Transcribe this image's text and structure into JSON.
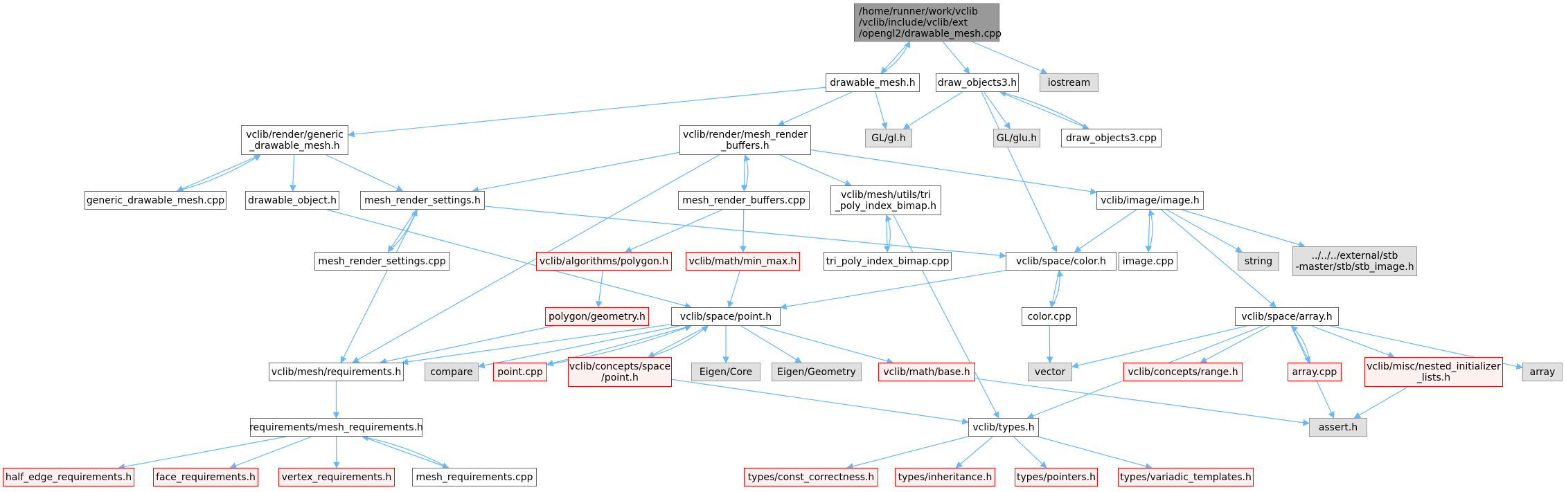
{
  "graph": {
    "edge_color": "#63b8ff",
    "nodes": [
      {
        "id": "root",
        "label": "/home/runner/work/vclib\n/vclib/include/vclib/ext\n/opengl2/drawable_mesh.cpp",
        "kind": "root"
      },
      {
        "id": "drawable_mesh_h",
        "label": "drawable_mesh.h",
        "kind": "file"
      },
      {
        "id": "draw_objects3_h",
        "label": "draw_objects3.h",
        "kind": "file"
      },
      {
        "id": "iostream",
        "label": "iostream",
        "kind": "ext"
      },
      {
        "id": "generic_drawable_mesh_h",
        "label": "vclib/render/generic\n_drawable_mesh.h",
        "kind": "file"
      },
      {
        "id": "mesh_render_buffers_h",
        "label": "vclib/render/mesh_render\n_buffers.h",
        "kind": "file"
      },
      {
        "id": "gl_h",
        "label": "GL/gl.h",
        "kind": "ext"
      },
      {
        "id": "glu_h",
        "label": "GL/glu.h",
        "kind": "ext"
      },
      {
        "id": "draw_objects3_cpp",
        "label": "draw_objects3.cpp",
        "kind": "file"
      },
      {
        "id": "generic_drawable_mesh_cpp",
        "label": "generic_drawable_mesh.cpp",
        "kind": "file"
      },
      {
        "id": "drawable_object_h",
        "label": "drawable_object.h",
        "kind": "file"
      },
      {
        "id": "mesh_render_settings_h",
        "label": "mesh_render_settings.h",
        "kind": "file"
      },
      {
        "id": "mesh_render_buffers_cpp",
        "label": "mesh_render_buffers.cpp",
        "kind": "file"
      },
      {
        "id": "tri_poly_index_bimap_h",
        "label": "vclib/mesh/utils/tri\n_poly_index_bimap.h",
        "kind": "file"
      },
      {
        "id": "image_h",
        "label": "vclib/image/image.h",
        "kind": "file"
      },
      {
        "id": "mesh_render_settings_cpp",
        "label": "mesh_render_settings.cpp",
        "kind": "file"
      },
      {
        "id": "polygon_h",
        "label": "vclib/algorithms/polygon.h",
        "kind": "miss"
      },
      {
        "id": "min_max_h",
        "label": "vclib/math/min_max.h",
        "kind": "miss"
      },
      {
        "id": "tri_poly_index_bimap_cpp",
        "label": "tri_poly_index_bimap.cpp",
        "kind": "file"
      },
      {
        "id": "color_h",
        "label": "vclib/space/color.h",
        "kind": "file"
      },
      {
        "id": "image_cpp",
        "label": "image.cpp",
        "kind": "file"
      },
      {
        "id": "string",
        "label": "string",
        "kind": "ext"
      },
      {
        "id": "stb_image_h",
        "label": "../../../external/stb\n-master/stb/stb_image.h",
        "kind": "ext"
      },
      {
        "id": "polygon_geometry_h",
        "label": "polygon/geometry.h",
        "kind": "miss"
      },
      {
        "id": "point_h",
        "label": "vclib/space/point.h",
        "kind": "file"
      },
      {
        "id": "color_cpp",
        "label": "color.cpp",
        "kind": "file"
      },
      {
        "id": "array_h",
        "label": "vclib/space/array.h",
        "kind": "file"
      },
      {
        "id": "requirements_h",
        "label": "vclib/mesh/requirements.h",
        "kind": "file"
      },
      {
        "id": "compare",
        "label": "compare",
        "kind": "ext"
      },
      {
        "id": "point_cpp",
        "label": "point.cpp",
        "kind": "miss"
      },
      {
        "id": "concepts_point_h",
        "label": "vclib/concepts/space\n/point.h",
        "kind": "miss"
      },
      {
        "id": "eigen_core",
        "label": "Eigen/Core",
        "kind": "ext"
      },
      {
        "id": "eigen_geometry",
        "label": "Eigen/Geometry",
        "kind": "ext"
      },
      {
        "id": "math_base_h",
        "label": "vclib/math/base.h",
        "kind": "miss"
      },
      {
        "id": "vector",
        "label": "vector",
        "kind": "ext"
      },
      {
        "id": "concepts_range_h",
        "label": "vclib/concepts/range.h",
        "kind": "miss"
      },
      {
        "id": "array_cpp",
        "label": "array.cpp",
        "kind": "miss"
      },
      {
        "id": "nested_initializer_lists_h",
        "label": "vclib/misc/nested_initializer\n_lists.h",
        "kind": "miss"
      },
      {
        "id": "array",
        "label": "array",
        "kind": "ext"
      },
      {
        "id": "mesh_requirements_h",
        "label": "requirements/mesh_requirements.h",
        "kind": "file"
      },
      {
        "id": "types_h",
        "label": "vclib/types.h",
        "kind": "file"
      },
      {
        "id": "assert_h",
        "label": "assert.h",
        "kind": "ext"
      },
      {
        "id": "half_edge_requirements_h",
        "label": "half_edge_requirements.h",
        "kind": "miss"
      },
      {
        "id": "face_requirements_h",
        "label": "face_requirements.h",
        "kind": "miss"
      },
      {
        "id": "vertex_requirements_h",
        "label": "vertex_requirements.h",
        "kind": "miss"
      },
      {
        "id": "mesh_requirements_cpp",
        "label": "mesh_requirements.cpp",
        "kind": "file"
      },
      {
        "id": "const_correctness_h",
        "label": "types/const_correctness.h",
        "kind": "miss"
      },
      {
        "id": "inheritance_h",
        "label": "types/inheritance.h",
        "kind": "miss"
      },
      {
        "id": "pointers_h",
        "label": "types/pointers.h",
        "kind": "miss"
      },
      {
        "id": "variadic_templates_h",
        "label": "types/variadic_templates.h",
        "kind": "miss"
      }
    ],
    "edges": [
      [
        "root",
        "drawable_mesh_h"
      ],
      [
        "root",
        "draw_objects3_h"
      ],
      [
        "root",
        "iostream"
      ],
      [
        "drawable_mesh_h",
        "root"
      ],
      [
        "drawable_mesh_h",
        "generic_drawable_mesh_h"
      ],
      [
        "drawable_mesh_h",
        "mesh_render_buffers_h"
      ],
      [
        "drawable_mesh_h",
        "gl_h"
      ],
      [
        "draw_objects3_h",
        "gl_h"
      ],
      [
        "draw_objects3_h",
        "glu_h"
      ],
      [
        "draw_objects3_h",
        "draw_objects3_cpp"
      ],
      [
        "draw_objects3_h",
        "color_h"
      ],
      [
        "draw_objects3_cpp",
        "draw_objects3_h"
      ],
      [
        "generic_drawable_mesh_h",
        "generic_drawable_mesh_cpp"
      ],
      [
        "generic_drawable_mesh_h",
        "drawable_object_h"
      ],
      [
        "generic_drawable_mesh_h",
        "mesh_render_settings_h"
      ],
      [
        "generic_drawable_mesh_cpp",
        "generic_drawable_mesh_h"
      ],
      [
        "mesh_render_buffers_h",
        "mesh_render_settings_h"
      ],
      [
        "mesh_render_buffers_h",
        "mesh_render_buffers_cpp"
      ],
      [
        "mesh_render_buffers_h",
        "tri_poly_index_bimap_h"
      ],
      [
        "mesh_render_buffers_h",
        "image_h"
      ],
      [
        "mesh_render_buffers_h",
        "requirements_h"
      ],
      [
        "mesh_render_buffers_cpp",
        "mesh_render_buffers_h"
      ],
      [
        "mesh_render_buffers_cpp",
        "polygon_h"
      ],
      [
        "mesh_render_buffers_cpp",
        "min_max_h"
      ],
      [
        "drawable_object_h",
        "point_h"
      ],
      [
        "mesh_render_settings_h",
        "mesh_render_settings_cpp"
      ],
      [
        "mesh_render_settings_h",
        "color_h"
      ],
      [
        "mesh_render_settings_h",
        "requirements_h"
      ],
      [
        "mesh_render_settings_cpp",
        "mesh_render_settings_h"
      ],
      [
        "tri_poly_index_bimap_h",
        "tri_poly_index_bimap_cpp"
      ],
      [
        "tri_poly_index_bimap_h",
        "types_h"
      ],
      [
        "tri_poly_index_bimap_cpp",
        "tri_poly_index_bimap_h"
      ],
      [
        "image_h",
        "color_h"
      ],
      [
        "image_h",
        "image_cpp"
      ],
      [
        "image_h",
        "string"
      ],
      [
        "image_h",
        "stb_image_h"
      ],
      [
        "image_h",
        "array_h"
      ],
      [
        "image_cpp",
        "image_h"
      ],
      [
        "polygon_h",
        "polygon_geometry_h"
      ],
      [
        "min_max_h",
        "point_h"
      ],
      [
        "color_h",
        "point_h"
      ],
      [
        "color_h",
        "color_cpp"
      ],
      [
        "color_cpp",
        "color_h"
      ],
      [
        "color_cpp",
        "vector"
      ],
      [
        "polygon_geometry_h",
        "requirements_h"
      ],
      [
        "point_h",
        "requirements_h"
      ],
      [
        "point_h",
        "compare"
      ],
      [
        "point_h",
        "point_cpp"
      ],
      [
        "point_h",
        "concepts_point_h"
      ],
      [
        "point_h",
        "eigen_core"
      ],
      [
        "point_h",
        "eigen_geometry"
      ],
      [
        "point_h",
        "math_base_h"
      ],
      [
        "point_cpp",
        "point_h"
      ],
      [
        "concepts_point_h",
        "point_h"
      ],
      [
        "concepts_point_h",
        "types_h"
      ],
      [
        "math_base_h",
        "assert_h"
      ],
      [
        "array_h",
        "vector"
      ],
      [
        "array_h",
        "types_h"
      ],
      [
        "array_h",
        "concepts_range_h"
      ],
      [
        "array_h",
        "array_cpp"
      ],
      [
        "array_h",
        "nested_initializer_lists_h"
      ],
      [
        "array_h",
        "assert_h"
      ],
      [
        "array_h",
        "array"
      ],
      [
        "array_cpp",
        "array_h"
      ],
      [
        "nested_initializer_lists_h",
        "assert_h"
      ],
      [
        "requirements_h",
        "mesh_requirements_h"
      ],
      [
        "mesh_requirements_h",
        "half_edge_requirements_h"
      ],
      [
        "mesh_requirements_h",
        "face_requirements_h"
      ],
      [
        "mesh_requirements_h",
        "vertex_requirements_h"
      ],
      [
        "mesh_requirements_h",
        "mesh_requirements_cpp"
      ],
      [
        "mesh_requirements_cpp",
        "mesh_requirements_h"
      ],
      [
        "types_h",
        "const_correctness_h"
      ],
      [
        "types_h",
        "inheritance_h"
      ],
      [
        "types_h",
        "pointers_h"
      ],
      [
        "types_h",
        "variadic_templates_h"
      ]
    ]
  }
}
